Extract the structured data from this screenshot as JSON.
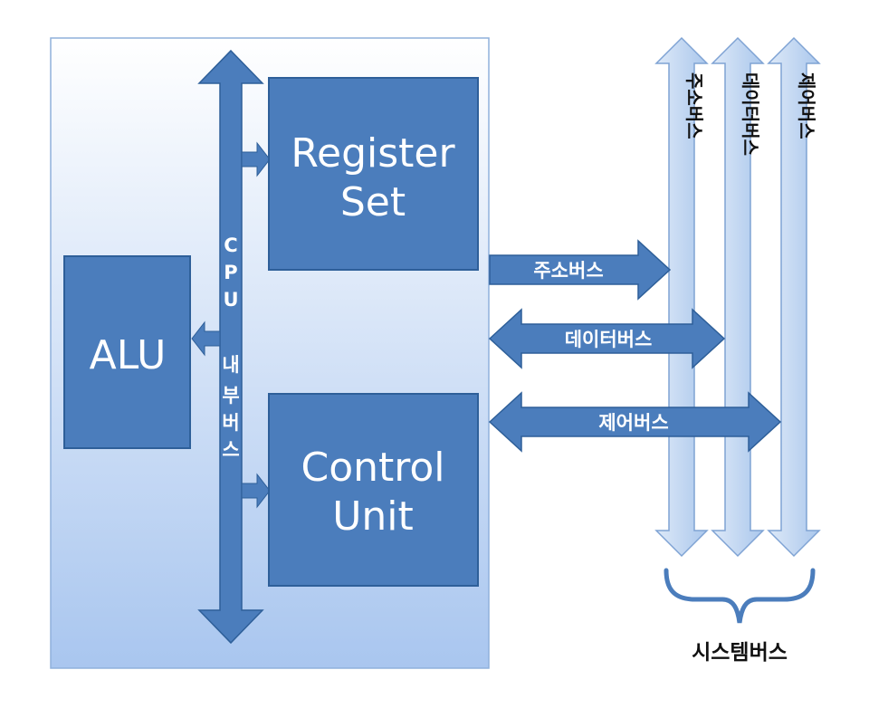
{
  "colors": {
    "cpu_panel_top": "#ffffff",
    "cpu_panel_bottom": "#a9c6ef",
    "block_fill": "#4b7dbc",
    "block_stroke": "#2e5f99",
    "system_bus_fill": "#c8daf4",
    "system_bus_stroke": "#7fa3d4",
    "brace": "#4b7dbc"
  },
  "cpu": {
    "register_set": {
      "line1": "Register",
      "line2": "Set"
    },
    "control_unit": {
      "line1": "Control",
      "line2": "Unit"
    },
    "alu": "ALU",
    "internal_bus": {
      "label": "CPU 내부버스",
      "chars": [
        "C",
        "P",
        "U",
        "내",
        "부",
        "버",
        "스"
      ]
    }
  },
  "buses": {
    "address": "주소버스",
    "data": "데이터버스",
    "control": "제어버스"
  },
  "system_bus": {
    "vertical_labels": [
      "주소버스",
      "데이터버스",
      "제어버스"
    ],
    "caption": "시스템버스"
  }
}
